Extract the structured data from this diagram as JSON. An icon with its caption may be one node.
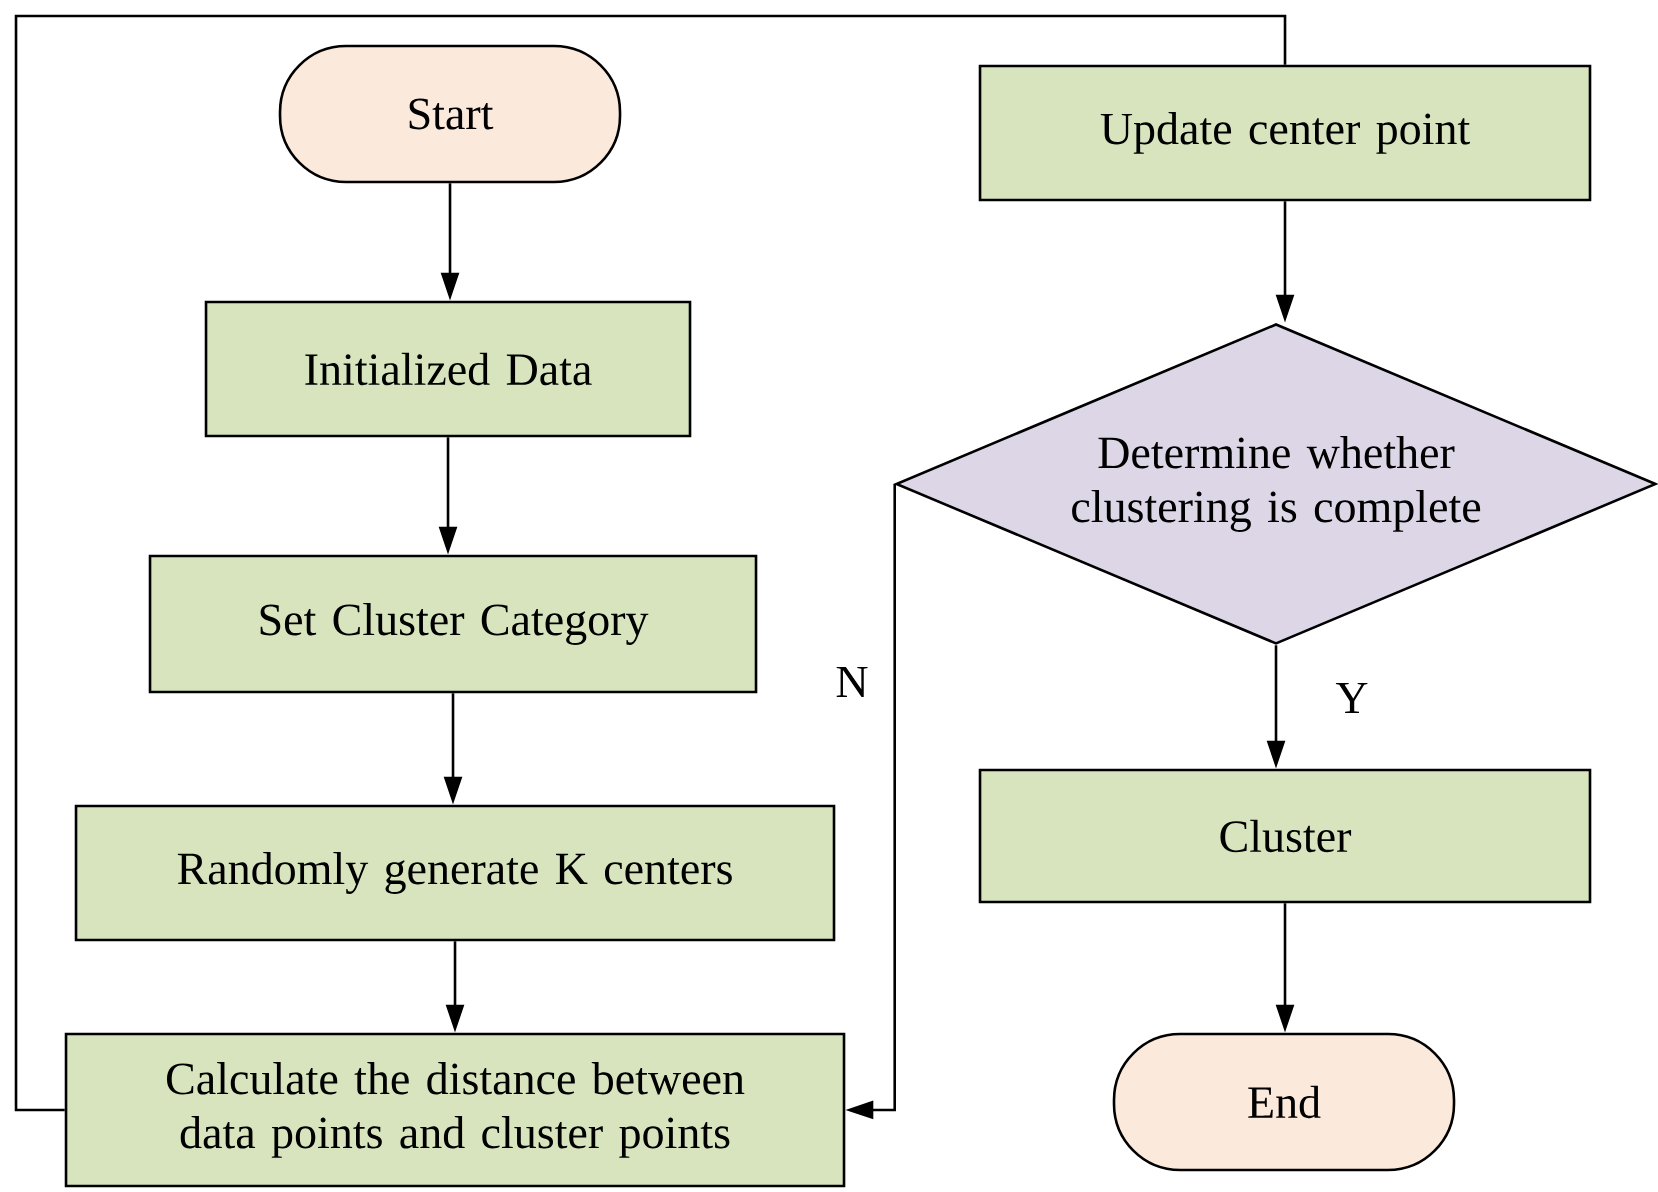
{
  "diagram": {
    "nodes": [
      {
        "text": [
          "Start"
        ]
      },
      {
        "text": [
          "Initialized Data"
        ]
      },
      {
        "text": [
          "Set Cluster Category"
        ]
      },
      {
        "text": [
          "Randomly generate K centers"
        ]
      },
      {
        "text": [
          "Calculate the distance between data points and cluster points"
        ]
      },
      {
        "text": [
          "Update center point"
        ]
      },
      {
        "text": [
          "Determine whether clustering is complete"
        ]
      },
      {
        "text": [
          "Cluster"
        ]
      },
      {
        "text": [
          "End"
        ]
      }
    ],
    "edges": [
      {
        "from": 0,
        "to": 1,
        "arrow": "to"
      },
      {
        "from": 1,
        "to": 2,
        "arrow": "to"
      },
      {
        "from": 2,
        "to": 3,
        "arrow": "to"
      },
      {
        "from": 3,
        "to": 4,
        "arrow": "to"
      },
      {
        "from": 4,
        "to": 5,
        "arrow": "none"
      },
      {
        "from": 5,
        "to": 6,
        "arrow": "to"
      },
      {
        "from": 6,
        "to": 7,
        "arrow": "to",
        "label": "Y"
      },
      {
        "from": 6,
        "to": 4,
        "arrow": "to",
        "label": "N"
      },
      {
        "from": 7,
        "to": 8,
        "arrow": "to"
      }
    ]
  }
}
